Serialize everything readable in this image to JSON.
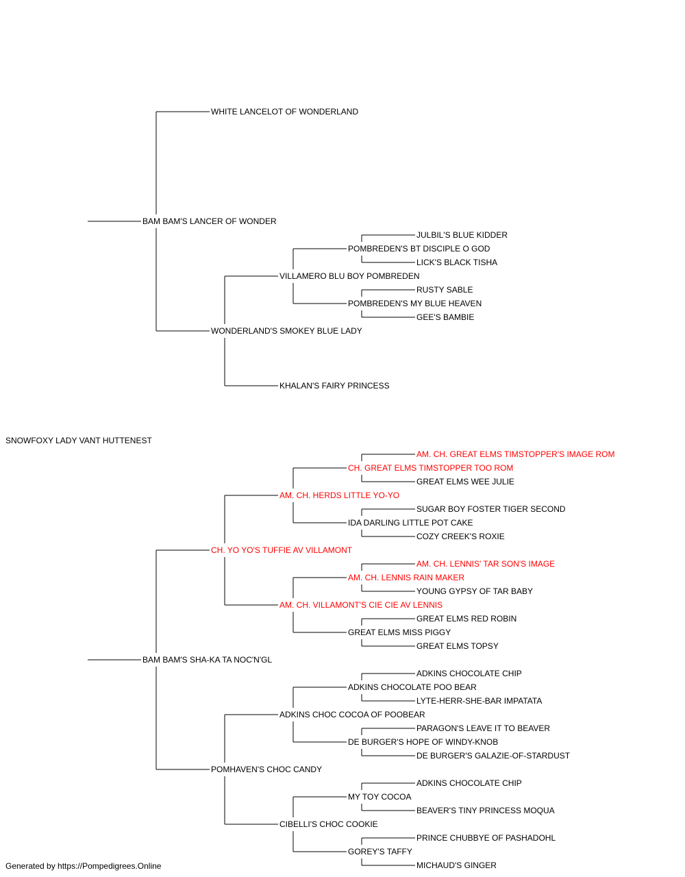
{
  "colors": {
    "champion": "#ff0000",
    "normal": "#000000",
    "line": "#000000"
  },
  "dog": {
    "name": "SNOWFOXY LADY VANT HUTTENEST",
    "champion": false,
    "sire": {
      "name": "BAM BAM'S LANCER OF WONDER",
      "champion": false,
      "sire": {
        "name": "WHITE LANCELOT OF WONDERLAND",
        "champion": false
      },
      "dam": {
        "name": "WONDERLAND'S SMOKEY BLUE LADY",
        "champion": false,
        "sire": {
          "name": "VILLAMERO BLU BOY POMBREDEN",
          "champion": false,
          "sire": {
            "name": "POMBREDEN'S BT DISCIPLE O GOD",
            "champion": false,
            "sire": {
              "name": "JULBIL'S BLUE KIDDER",
              "champion": false
            },
            "dam": {
              "name": "LICK'S BLACK TISHA",
              "champion": false
            }
          },
          "dam": {
            "name": "POMBREDEN'S MY BLUE HEAVEN",
            "champion": false,
            "sire": {
              "name": "RUSTY SABLE",
              "champion": false
            },
            "dam": {
              "name": "GEE'S BAMBIE",
              "champion": false
            }
          }
        },
        "dam": {
          "name": "KHALAN'S FAIRY PRINCESS",
          "champion": false
        }
      }
    },
    "dam": {
      "name": "BAM BAM'S SHA-KA TA NOC'N'GL",
      "champion": false,
      "sire": {
        "name": "CH. YO YO'S TUFFIE AV VILLAMONT",
        "champion": true,
        "sire": {
          "name": "AM. CH. HERDS LITTLE YO-YO",
          "champion": true,
          "sire": {
            "name": "CH. GREAT ELMS TIMSTOPPER TOO ROM",
            "champion": true,
            "sire": {
              "name": "AM. CH. GREAT ELMS TIMSTOPPER'S IMAGE ROM",
              "champion": true
            },
            "dam": {
              "name": "GREAT ELMS WEE JULIE",
              "champion": false
            }
          },
          "dam": {
            "name": "IDA DARLING LITTLE POT CAKE",
            "champion": false,
            "sire": {
              "name": "SUGAR BOY FOSTER TIGER SECOND",
              "champion": false
            },
            "dam": {
              "name": "COZY CREEK'S ROXIE",
              "champion": false
            }
          }
        },
        "dam": {
          "name": "AM. CH. VILLAMONT'S CIE CIE AV LENNIS",
          "champion": true,
          "sire": {
            "name": "AM. CH. LENNIS RAIN MAKER",
            "champion": true,
            "sire": {
              "name": "AM. CH. LENNIS' TAR SON'S IMAGE",
              "champion": true
            },
            "dam": {
              "name": "YOUNG GYPSY OF TAR BABY",
              "champion": false
            }
          },
          "dam": {
            "name": "GREAT ELMS MISS PIGGY",
            "champion": false,
            "sire": {
              "name": "GREAT ELMS RED ROBIN",
              "champion": false
            },
            "dam": {
              "name": "GREAT ELMS TOPSY",
              "champion": false
            }
          }
        }
      },
      "dam": {
        "name": "POMHAVEN'S CHOC CANDY",
        "champion": false,
        "sire": {
          "name": "ADKINS CHOC COCOA OF POOBEAR",
          "champion": false,
          "sire": {
            "name": "ADKINS CHOCOLATE POO BEAR",
            "champion": false,
            "sire": {
              "name": "ADKINS CHOCOLATE CHIP",
              "champion": false
            },
            "dam": {
              "name": "LYTE-HERR-SHE-BAR IMPATATA",
              "champion": false
            }
          },
          "dam": {
            "name": "DE BURGER'S HOPE OF WINDY-KNOB",
            "champion": false,
            "sire": {
              "name": "PARAGON'S LEAVE IT TO BEAVER",
              "champion": false
            },
            "dam": {
              "name": "DE BURGER'S GALAZIE-OF-STARDUST",
              "champion": false
            }
          }
        },
        "dam": {
          "name": "CIBELLI'S CHOC COOKIE",
          "champion": false,
          "sire": {
            "name": "MY TOY COCOA",
            "champion": false,
            "sire": {
              "name": "ADKINS CHOCOLATE CHIP",
              "champion": false
            },
            "dam": {
              "name": "BEAVER'S TINY PRINCESS MOQUA",
              "champion": false
            }
          },
          "dam": {
            "name": "GOREY'S TAFFY",
            "champion": false,
            "sire": {
              "name": "PRINCE CHUBBYE OF PASHADOHL",
              "champion": false
            },
            "dam": {
              "name": "MICHAUD'S GINGER",
              "champion": false
            }
          }
        }
      }
    }
  },
  "footer": "Generated by https://Pompedigrees.Online"
}
